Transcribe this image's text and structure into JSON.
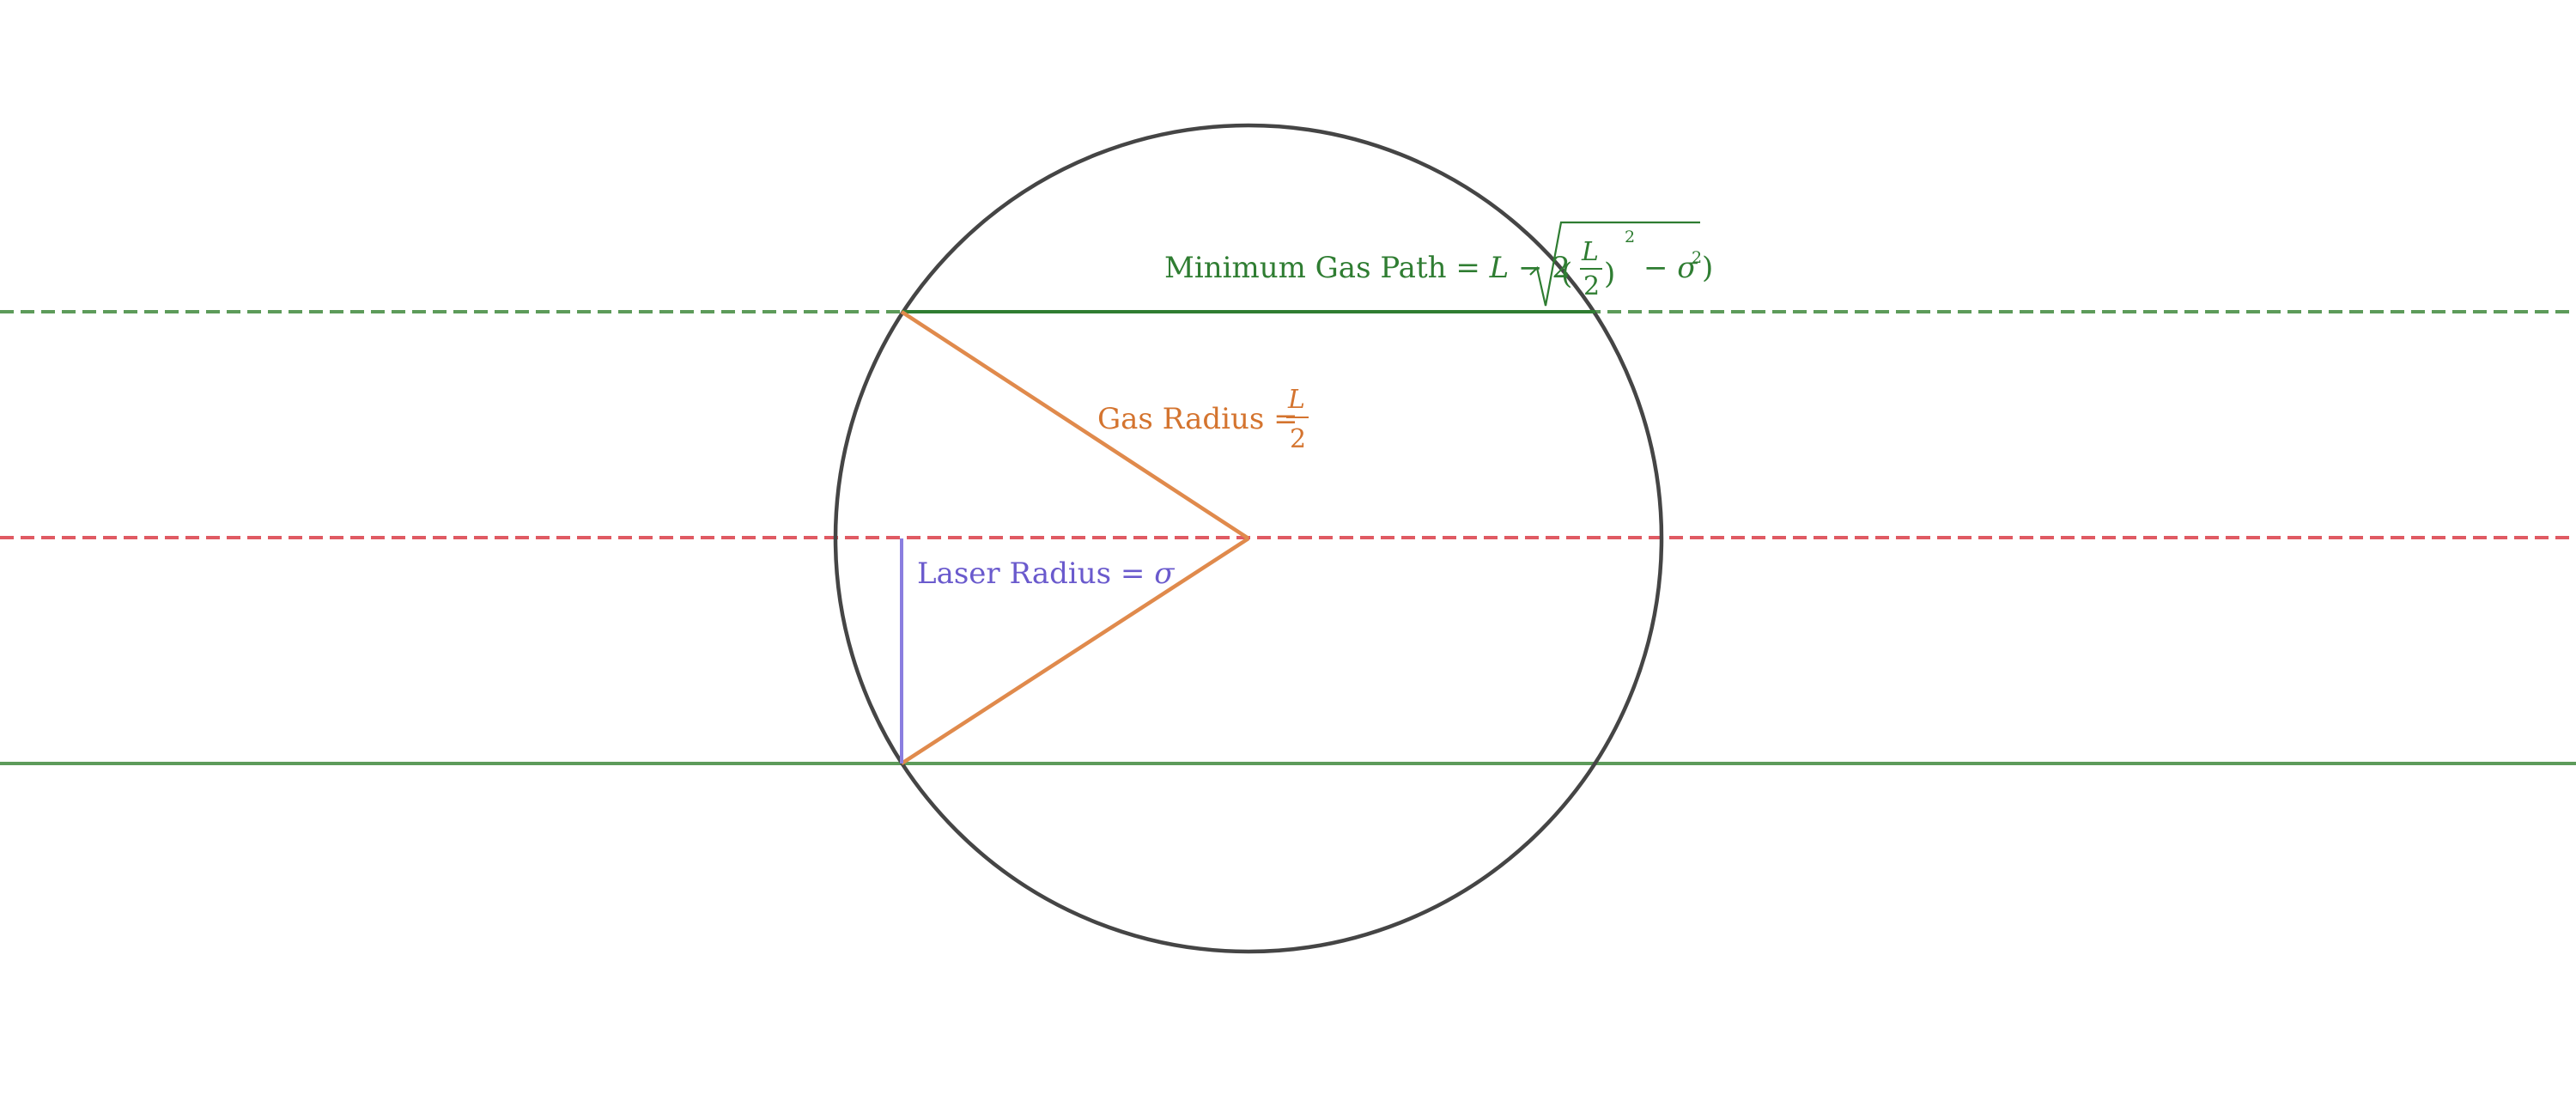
{
  "colors": {
    "background": "#ffffff",
    "circle": "#454545",
    "gas_path": "#2f7d32",
    "gas_path_line": "#5d9b5a",
    "gas_radius": "#e08a4c",
    "gas_radius_text": "#d4742f",
    "laser_radius": "#8b7ee0",
    "laser_radius_text": "#6a5acd",
    "center_line": "#e05a63"
  },
  "labels": {
    "minimum_gas_path": {
      "prefix": "Minimum Gas Path = ",
      "L": "L",
      "minus_two": " − 2",
      "paren_open": "(",
      "frac_num": "L",
      "frac_den": "2",
      "paren_close": ")",
      "exponent": "2",
      "minus": "− ",
      "sigma": "σ",
      "sigma_exp": "2",
      "tail": ")"
    },
    "gas_radius": {
      "prefix": "Gas Radius = ",
      "frac_num": "L",
      "frac_den": "2"
    },
    "laser_radius": {
      "prefix": "Laser Radius = ",
      "sigma": "σ"
    }
  }
}
